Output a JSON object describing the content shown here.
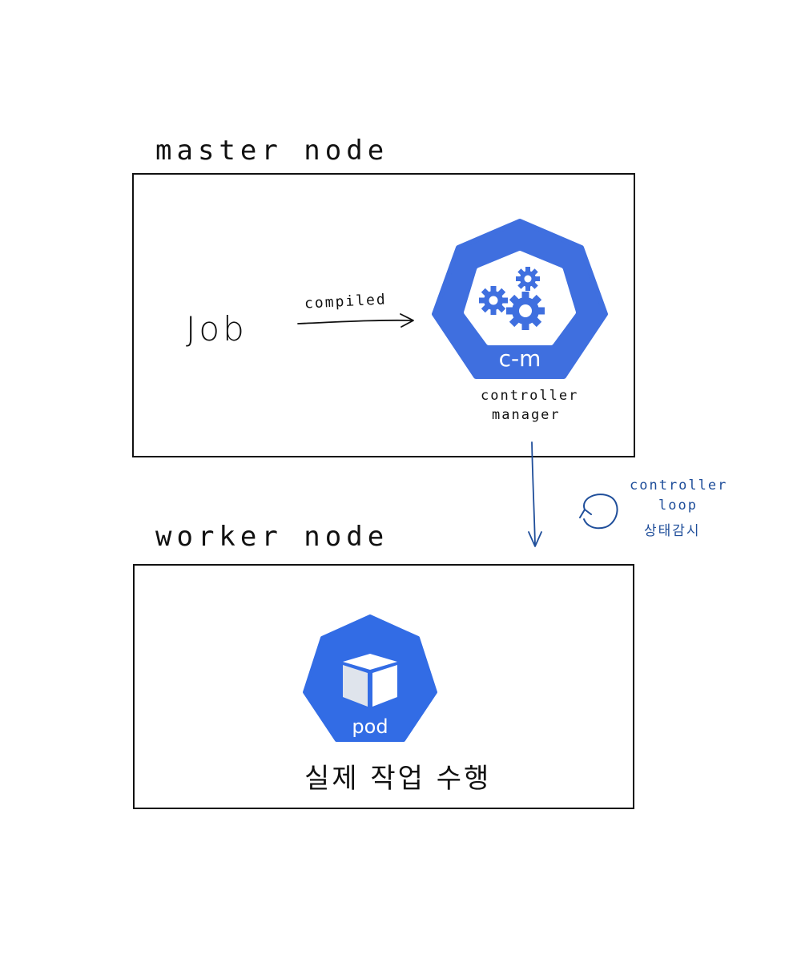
{
  "master_node": {
    "label": "master node",
    "job_label": "Job",
    "arrow_label": "compiled",
    "controller_icon_text": "c-m",
    "controller_caption_line1": "controller",
    "controller_caption_line2": "manager"
  },
  "controller_loop": {
    "line1": "controller",
    "line2": "loop",
    "line3": "상태감시"
  },
  "worker_node": {
    "label": "worker node",
    "pod_icon_text": "pod",
    "pod_caption": "실제 작업 수행"
  },
  "colors": {
    "k8s_blue": "#3f6fdf",
    "pod_blue": "#326ce5",
    "annotation_blue": "#1f4e9a",
    "ink": "#111111"
  },
  "icons": [
    "gears-icon",
    "cube-icon",
    "loop-arrow-icon"
  ]
}
